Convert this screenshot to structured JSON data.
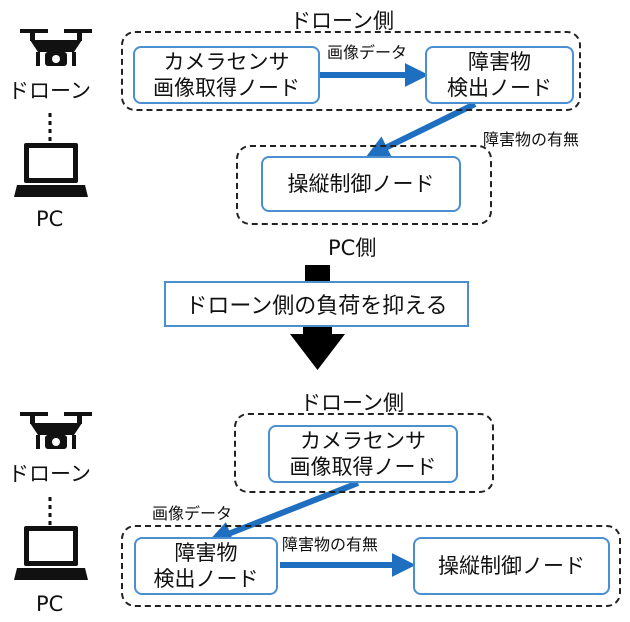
{
  "top": {
    "drone_group_title": "ドローン側",
    "pc_group_title": "PC側",
    "camera_node": [
      "カメラセンサ",
      "画像取得ノード"
    ],
    "obstacle_node": [
      "障害物",
      "検出ノード"
    ],
    "control_node": "操縦制御ノード",
    "edge_image": "画像データ",
    "edge_obstacle": "障害物の有無"
  },
  "banner": "ドローン側の負荷を抑える",
  "bottom": {
    "drone_group_title": "ドローン側",
    "camera_node": [
      "カメラセンサ",
      "画像取得ノード"
    ],
    "obstacle_node": [
      "障害物",
      "検出ノード"
    ],
    "control_node": "操縦制御ノード",
    "edge_image": "画像データ",
    "edge_obstacle": "障害物の有無"
  },
  "devices": {
    "drone_label": "ドローン",
    "pc_label": "PC"
  },
  "colors": {
    "arrow": "#1f6fc0",
    "node_border": "#4a8fd0",
    "group_border": "#222222"
  },
  "icons": [
    "drone-icon",
    "laptop-icon",
    "down-arrow-icon"
  ]
}
